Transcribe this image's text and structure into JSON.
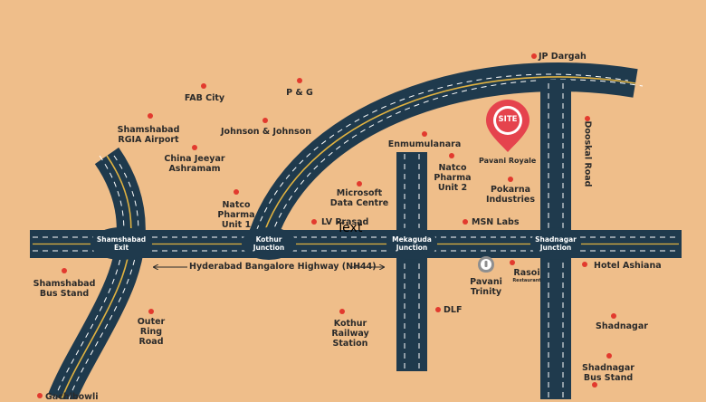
{
  "map": {
    "colors": {
      "background": "#EFBE8A",
      "road": "#1F3A4D",
      "lane_marking": "#FFFFFF",
      "center_line": "#E0B240",
      "poi_dot": "#E23A2E",
      "site_pin": "#E5434D"
    },
    "highway_label": "Hyderabad Bangalore Highway (NH44)",
    "overlay_text": "Text",
    "site_pin": {
      "label": "SITE",
      "name": "Pavani Royale"
    },
    "junctions": {
      "shamshabad": "Shamshabad\nExit",
      "kothur": "Kothur\nJunction",
      "mekaguda": "Mekaguda\nJunction",
      "shadnagar": "Shadnagar\nJunction"
    },
    "places": {
      "jp_dargah": "JP Dargah",
      "fab_city": "FAB City",
      "p_and_g": "P & G",
      "shamshabad_airport": "Shamshabad\nRGIA Airport",
      "johnson": "Johnson & Johnson",
      "china_jeeyar": "China Jeeyar\nAshramam",
      "enmumulanara": "Enmumulanara",
      "natco_unit2": "Natco\nPharma\nUnit 2",
      "pokarna": "Pokarna\nIndustries",
      "dooskal_road": "Dooskal Road",
      "natco_unit1": "Natco\nPharma\nUnit 1",
      "microsoft": "Microsoft\nData Centre",
      "lv_prasad": "LV Prasad",
      "msn_labs": "MSN Labs",
      "shamshabad_bus": "Shamshabad\nBus Stand",
      "pavani_trinity": "Pavani\nTrinity",
      "rasoi": "Rasoi",
      "rasoi_sub": "Restaurant",
      "hotel_ashiana": "Hotel Ashiana",
      "outer_ring_road": "Outer\nRing Road",
      "dlf": "DLF",
      "kothur_railway": "Kothur\nRailway Station",
      "shadnagar": "Shadnagar",
      "shadnagar_bus": "Shadnagar\nBus Stand",
      "gachibowli": "Gachibowli"
    }
  }
}
